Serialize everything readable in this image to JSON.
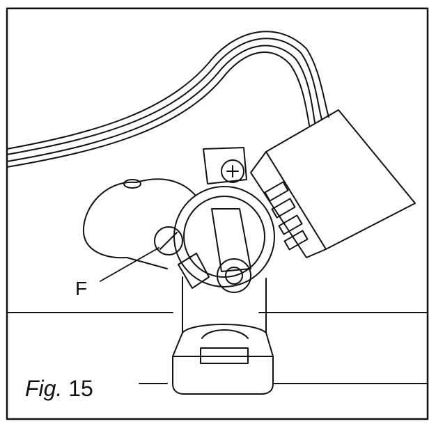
{
  "figure": {
    "caption_prefix": "Fig.",
    "caption_number": "15",
    "callouts": [
      {
        "label": "F"
      }
    ]
  },
  "colors": {
    "ink": "#111111",
    "background": "#ffffff"
  }
}
